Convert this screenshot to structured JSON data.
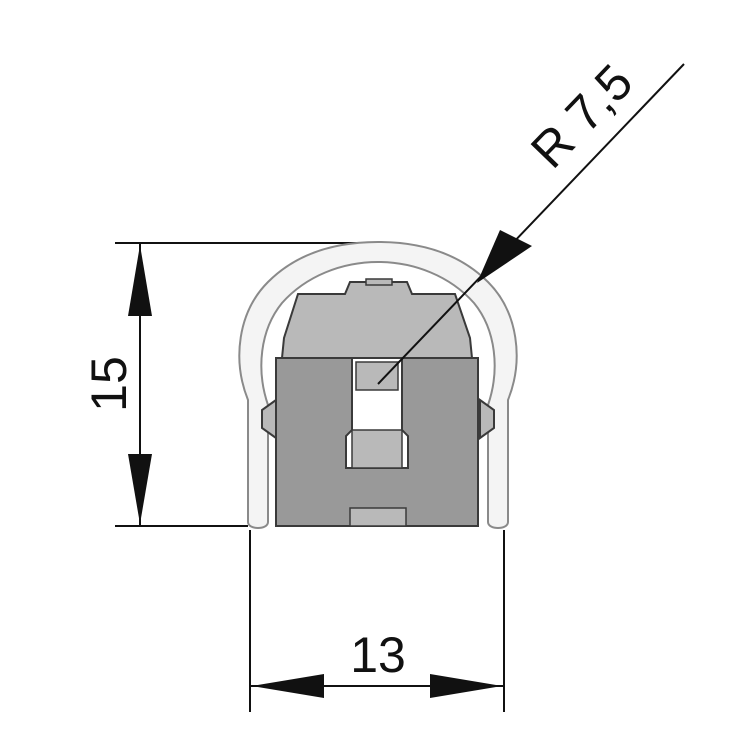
{
  "dimensions": {
    "height": "15",
    "width": "13",
    "radius": "R 7,5"
  },
  "colors": {
    "line": "#111111",
    "shell_fill": "#f4f4f4",
    "shell_stroke": "#8a8a8a",
    "core_dark": "#999999",
    "core_light": "#b9b9b9",
    "core_stroke": "#3a3a3a",
    "background": "#ffffff"
  }
}
